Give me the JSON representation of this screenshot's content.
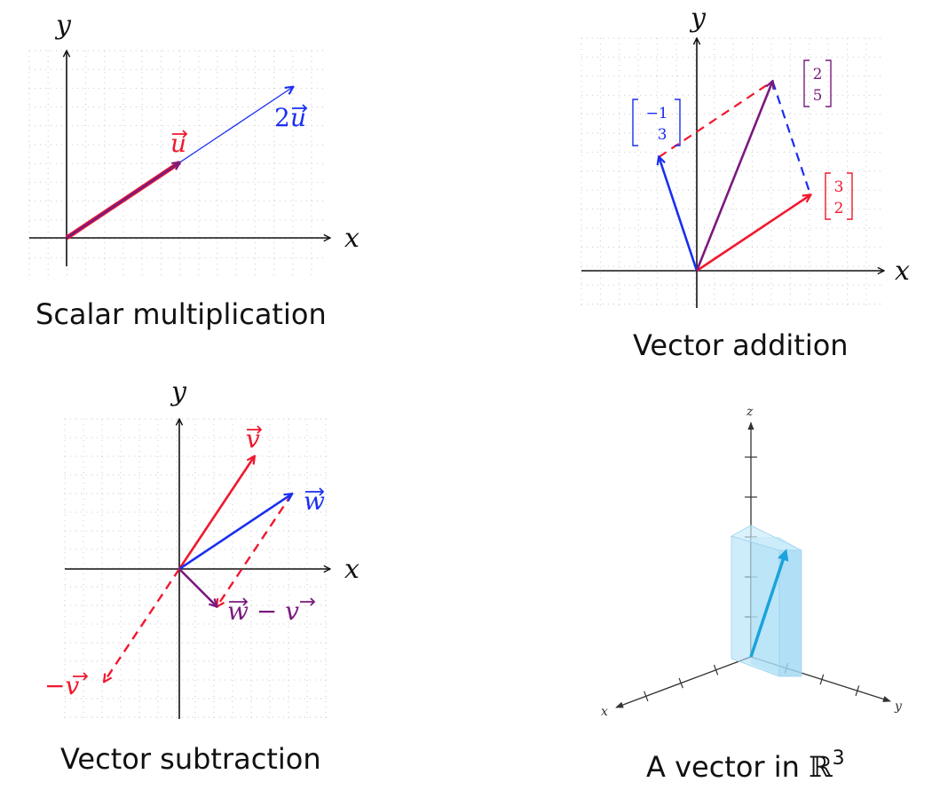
{
  "colors": {
    "red": "#f0182e",
    "blue": "#1a2ff0",
    "purple": "#7a1a7e",
    "cyan": "#1aa3dc",
    "box_fill": "#aee0f7",
    "box_edge": "#9fd3ee",
    "axis": "#111111",
    "grid": "#c9c9c9"
  },
  "axis_labels": {
    "x": "x",
    "y": "y",
    "z": "z"
  },
  "panels": {
    "scalar": {
      "caption": "Scalar multiplication",
      "u_label": "u",
      "twou_prefix": "2",
      "twou_label": "u",
      "vectors": {
        "u": [
          3,
          2
        ],
        "twou": [
          6,
          4
        ]
      }
    },
    "addition": {
      "caption": "Vector addition",
      "v1": {
        "x": -1,
        "y": 3,
        "top": "−1",
        "bottom": "3"
      },
      "v2": {
        "x": 3,
        "y": 2,
        "top": "3",
        "bottom": "2"
      },
      "sum": {
        "x": 2,
        "y": 5,
        "top": "2",
        "bottom": "5"
      }
    },
    "subtraction": {
      "caption": "Vector subtraction",
      "v_label": "v",
      "w_label": "w",
      "neg_label": "−v",
      "diff_label": "w − v",
      "vectors": {
        "v": [
          2,
          3
        ],
        "w": [
          3,
          2
        ],
        "neg_v": [
          -2,
          -3
        ],
        "w_minus_v": [
          1,
          -1
        ]
      }
    },
    "r3": {
      "caption_prefix": "A vector in ",
      "caption_set": "ℝ",
      "caption_exp": "3"
    }
  }
}
